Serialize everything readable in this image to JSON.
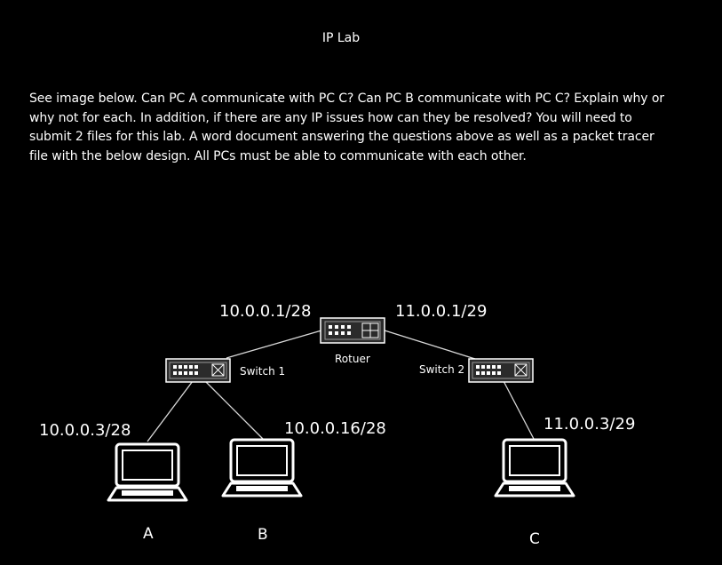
{
  "page": {
    "title": "IP Lab",
    "instructions": "See image below.  Can PC A communicate with PC C?  Can PC B communicate with PC C?  Explain why or why not for each.  In addition, if there are any IP issues how can they be resolved?  You will need to submit 2 files for this lab. A word document answering the questions above as well as a packet tracer file with the below design.  All PCs must be able to communicate with each other."
  },
  "diagram": {
    "router": {
      "label": "Rotuer",
      "left_ip": "10.0.0.1/28",
      "right_ip": "11.0.0.1/29"
    },
    "switch1": {
      "label": "Switch 1"
    },
    "switch2": {
      "label": "Switch 2"
    },
    "pc_a": {
      "name": "A",
      "ip": "10.0.0.3/28"
    },
    "pc_b": {
      "name": "B",
      "ip": "10.0.0.16/28"
    },
    "pc_c": {
      "name": "C",
      "ip": "11.0.0.3/29"
    },
    "colors": {
      "background": "#000000",
      "line": "#d9d9d9",
      "device": "#ffffff"
    },
    "icons": {
      "router": "router-icon",
      "switch": "switch-icon",
      "pc": "laptop-icon"
    }
  }
}
